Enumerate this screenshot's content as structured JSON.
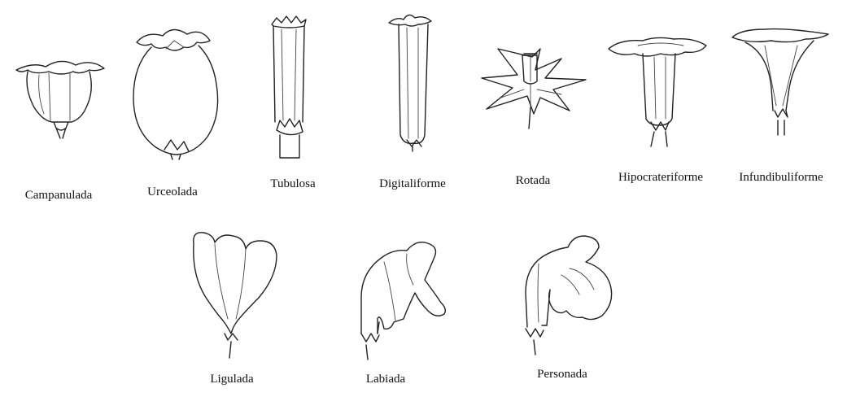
{
  "figures": {
    "campanulada": "Campanulada",
    "urceolada": "Urceolada",
    "tubulosa": "Tubulosa",
    "digitaliforme": "Digitaliforme",
    "rotada": "Rotada",
    "hipocrateriforme": "Hipocrateriforme",
    "infundibuliforme": "Infundibuliforme",
    "ligulada": "Ligulada",
    "labiada": "Labiada",
    "personada": "Personada"
  }
}
